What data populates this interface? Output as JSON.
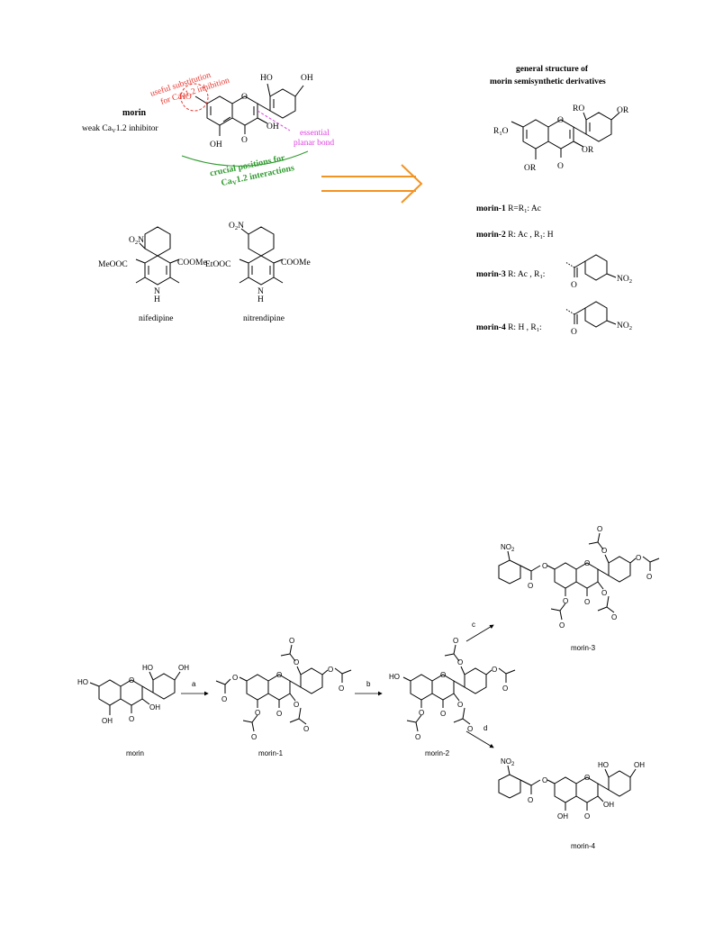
{
  "colors": {
    "red": "#e8352d",
    "magenta": "#e040e0",
    "green": "#2f9a2f",
    "orange": "#f39322",
    "black": "#000000"
  },
  "top": {
    "morin_title": "morin",
    "morin_desc_pre": "weak Ca",
    "morin_desc_sub": "V",
    "morin_desc_post": "1.2 inhibitor",
    "red_note_l1": "useful substitution",
    "red_note_l2_pre": "for Ca",
    "red_note_l2_sub": "V",
    "red_note_l2_post": "1.2 inhibition",
    "magenta_l1": "essential",
    "magenta_l2": "planar bond",
    "green_l1": "crucial positions for",
    "green_l2_pre": "Ca",
    "green_l2_sub": "V",
    "green_l2_post": "1.2 interactions",
    "nifedipine": "nifedipine",
    "nitrendipine": "nitrendipine",
    "general_l1": "general structure of",
    "general_l2": "morin semisynthetic derivatives"
  },
  "atoms": {
    "HO": "HO",
    "OH": "OH",
    "O": "O",
    "OR": "OR",
    "RO": "RO",
    "R1O_main": "R",
    "R1O_sub": "1",
    "R1O_tail": "O",
    "O2N_a": "O",
    "O2N_sub": "2",
    "O2N_b": "N",
    "NO2_a": "NO",
    "NO2_sub": "2",
    "MeOOC": "MeOOC",
    "COOMe": "COOMe",
    "EtOOC": "EtOOC",
    "N": "N",
    "H": "H"
  },
  "derivatives": [
    {
      "name": "morin-1",
      "text_pre": " R=R",
      "sub": "1",
      "text_post": ": Ac"
    },
    {
      "name": "morin-2",
      "text_pre": " R: Ac , R",
      "sub": "1",
      "text_post": ": H"
    },
    {
      "name": "morin-3",
      "text_pre": " R: Ac , R",
      "sub": "1",
      "text_post": ":"
    },
    {
      "name": "morin-4",
      "text_pre": " R: H , R",
      "sub": "1",
      "text_post": ":"
    }
  ],
  "scheme": {
    "compounds": [
      "morin",
      "morin-1",
      "morin-2",
      "morin-3",
      "morin-4"
    ],
    "steps": [
      "a",
      "b",
      "c",
      "d"
    ]
  }
}
